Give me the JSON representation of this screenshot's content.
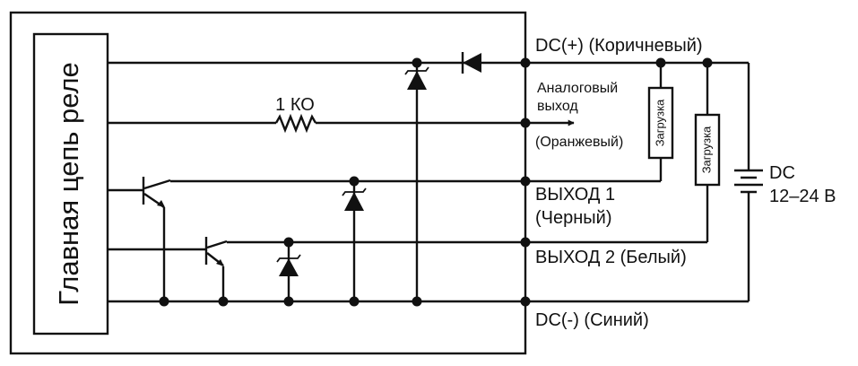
{
  "circuit": {
    "relay_label": "Главная цепь реле",
    "resistor_label": "1 КО",
    "terminals": {
      "dc_plus": "DC(+) (Коричневый)",
      "analog_line1": "Аналоговый",
      "analog_line2": "выход",
      "analog_color": "(Оранжевый)",
      "out1_line1": "ВЫХОД 1",
      "out1_line2": "(Черный)",
      "out2": "ВЫХОД 2 (Белый)",
      "dc_minus": "DC(-) (Синий)"
    },
    "loads": [
      "Загрузка",
      "Загрузка"
    ],
    "supply": {
      "label_line1": "DC",
      "label_line2": "12–24 В"
    }
  }
}
